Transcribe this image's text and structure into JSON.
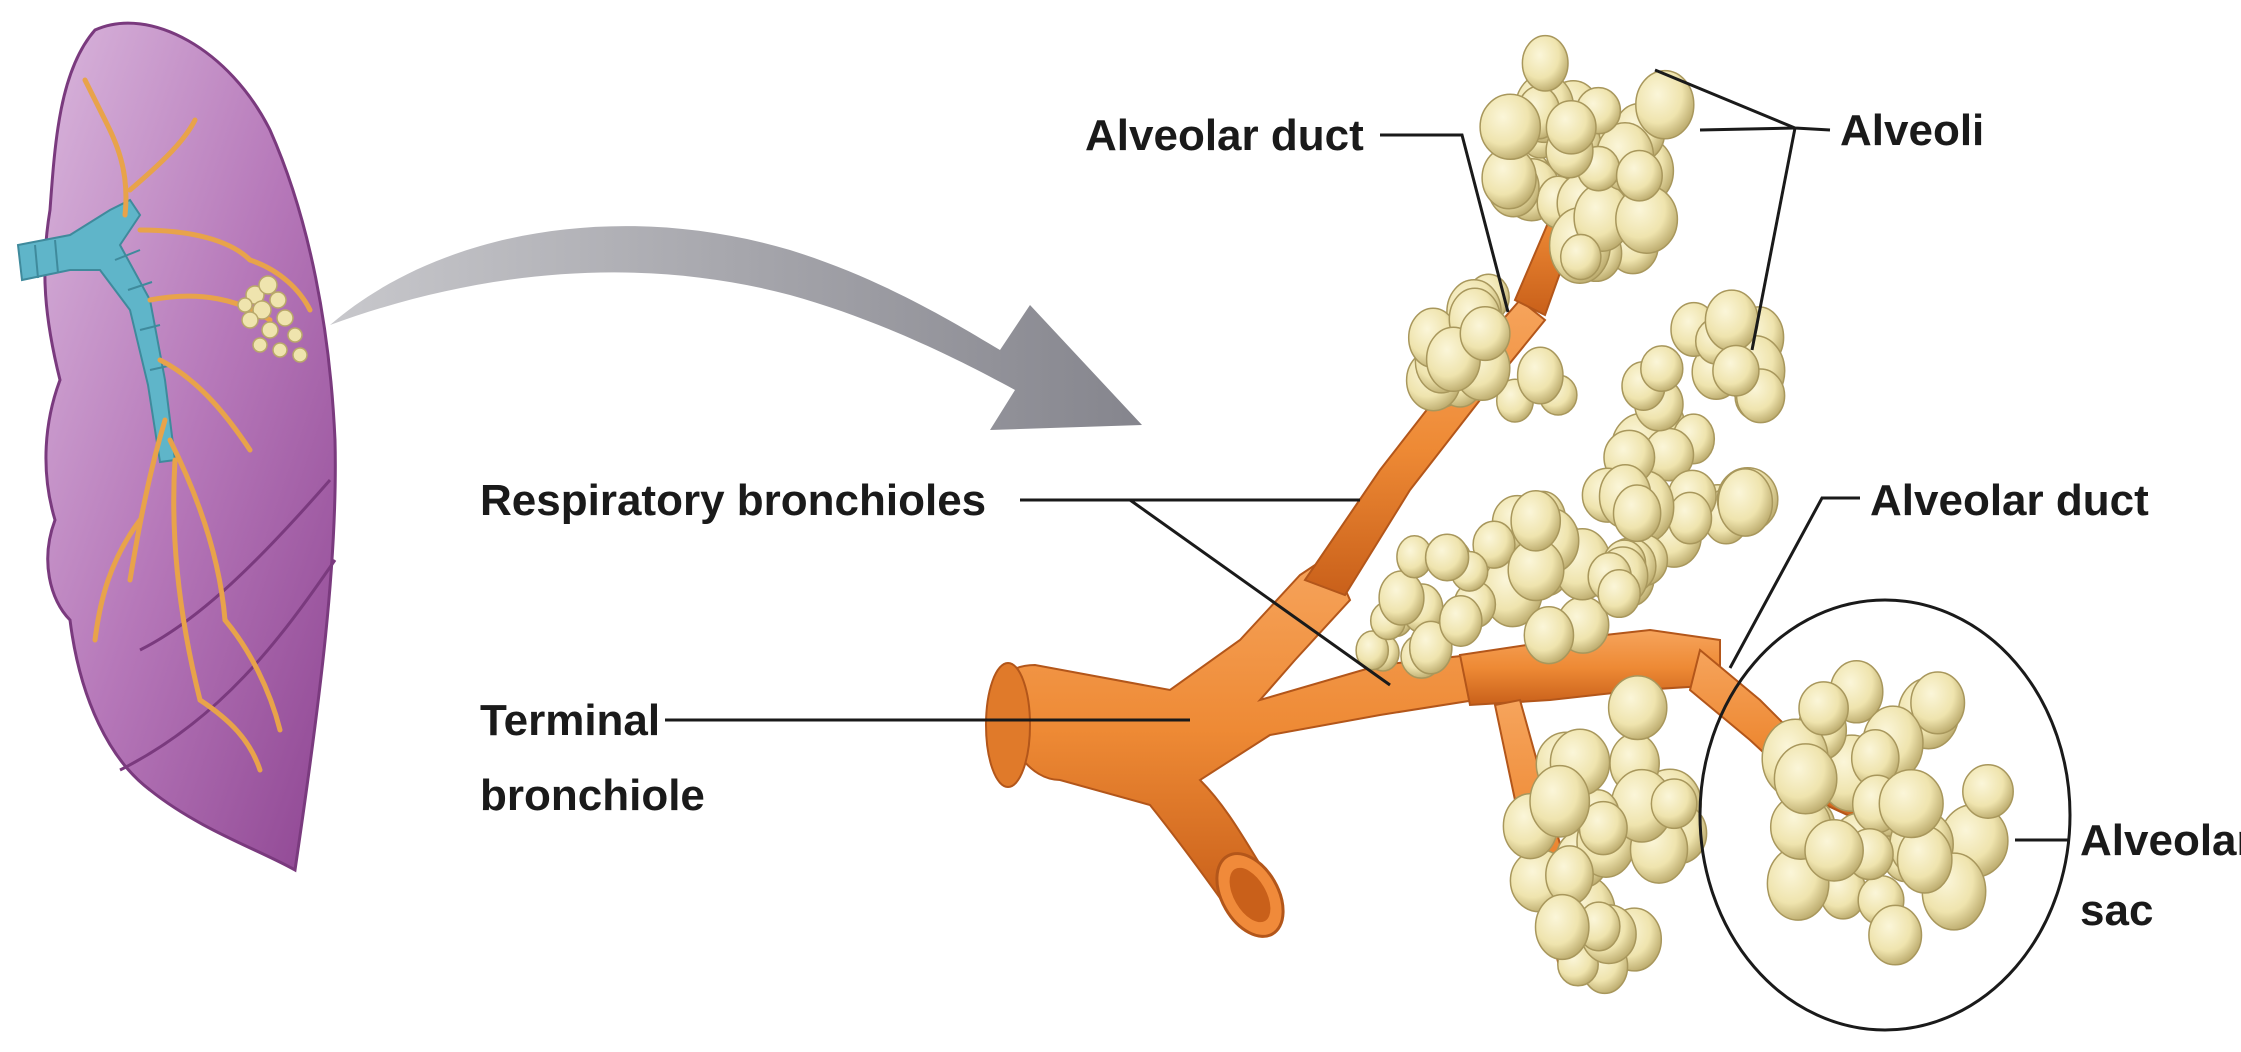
{
  "labels": {
    "alveolar_duct_top": "Alveolar duct",
    "alveoli": "Alveoli",
    "respiratory_bronchioles": "Respiratory bronchioles",
    "alveolar_duct_right": "Alveolar duct",
    "terminal_line1": "Terminal",
    "terminal_line2": "bronchiole",
    "sac_line1": "Alveolar",
    "sac_line2": "sac"
  },
  "colors": {
    "lung": "#a45aa8",
    "lung_light": "#d9b6dc",
    "trachea": "#5fb5c9",
    "bronchi_tree": "#e8a34a",
    "bronchiole": "#ee8a35",
    "bronchiole_dark": "#c9601a",
    "alveolus": "#efe4ae",
    "alveolus_dark": "#b9a86a",
    "arrow": "#9c9ca4",
    "line": "#1a1a1a"
  },
  "icons": {
    "lung": "lung-illustration",
    "arrow": "curved-arrow"
  }
}
